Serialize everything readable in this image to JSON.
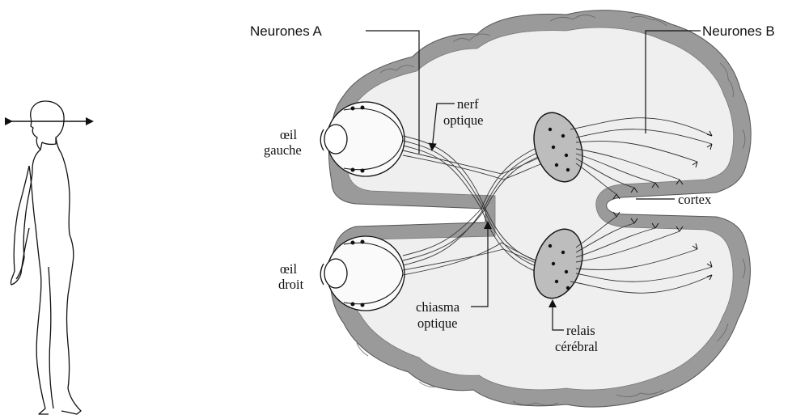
{
  "labels": {
    "neurones_a": "Neurones A",
    "neurones_b": "Neurones B",
    "nerf": "nerf",
    "optique_nerf": "optique",
    "oeil": "œil",
    "gauche": "gauche",
    "droit": "droit",
    "cortex": "cortex",
    "chiasma": "chiasma",
    "optique_chiasma": "optique",
    "relais": "relais",
    "cerebral": "cérébral"
  },
  "colors": {
    "ink": "#111111",
    "brain_wall": "#9a9a9a",
    "brain_inner": "#efefef",
    "relay": "#bdbdbd"
  }
}
